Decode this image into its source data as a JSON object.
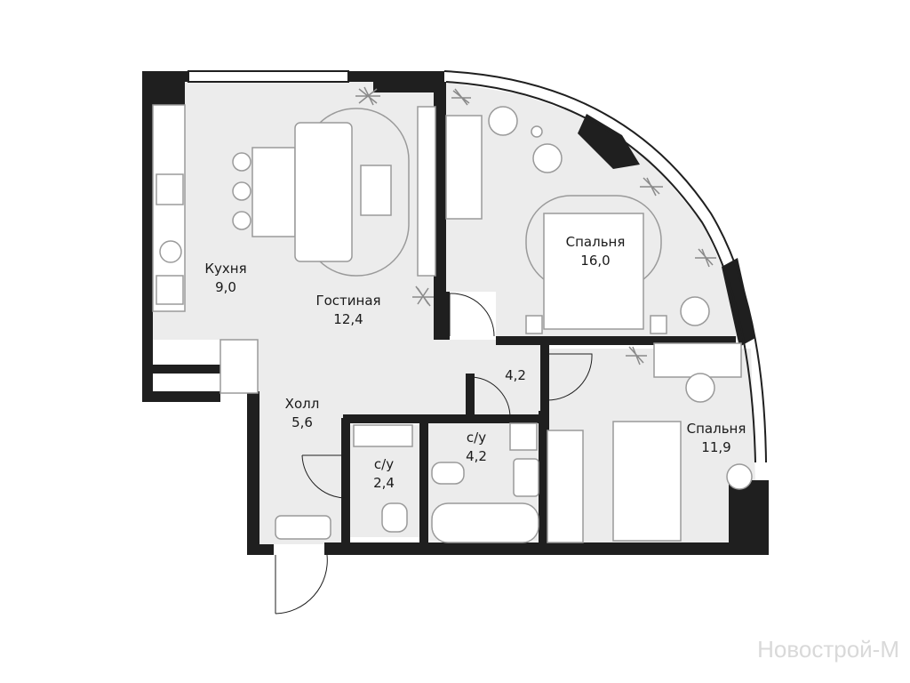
{
  "rooms": {
    "kitchen": {
      "name": "Кухня",
      "area": "9,0"
    },
    "living": {
      "name": "Гостиная",
      "area": "12,4"
    },
    "bedroom1": {
      "name": "Спальня",
      "area": "16,0"
    },
    "bedroom2": {
      "name": "Спальня",
      "area": "11,9"
    },
    "hall": {
      "name": "Холл",
      "area": "5,6"
    },
    "corridor": {
      "area": "4,2"
    },
    "bath1": {
      "name": "с/у",
      "area": "4,2"
    },
    "bath2": {
      "name": "с/у",
      "area": "2,4"
    }
  },
  "watermark": "Новострой-М",
  "colors": {
    "wall": "#1f1f1f",
    "floor": "#ececec",
    "furniture": "#9a9a9a"
  }
}
